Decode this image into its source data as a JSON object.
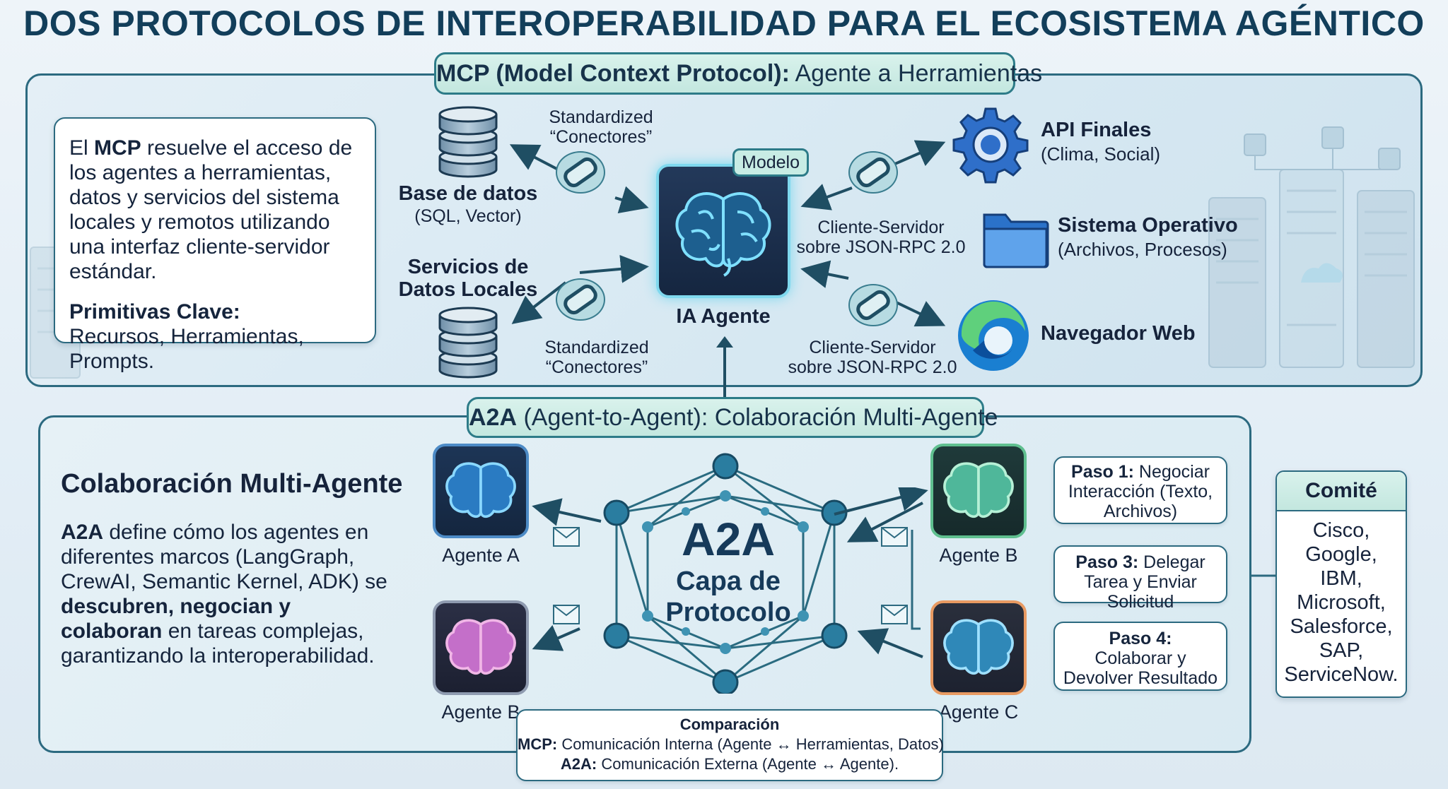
{
  "title": "DOS PROTOCOLOS DE INTEROPERABILIDAD PARA EL ECOSISTEMA AGÉNTICO",
  "mcp": {
    "banner_bold": "MCP (Model Context Protocol):",
    "banner_rest": " Agente a Herramientas",
    "desc_1": "El ",
    "desc_mcp": "MCP",
    "desc_2": " resuelve el acceso de los agentes a herramientas, datos y servicios del sistema locales y remotos utilizando una interfaz cliente-servidor estándar.",
    "primitives_title": "Primitivas Clave:",
    "primitives": "Recursos, Herramientas, Prompts.",
    "db_title": "Base de datos",
    "db_sub": "(SQL, Vector)",
    "local_title_1": "Servicios de",
    "local_title_2": "Datos Locales",
    "conn_top_1": "Standardized",
    "conn_top_2": "“Conectores”",
    "conn_bot_1": "Standardized",
    "conn_bot_2": "“Conectores”",
    "model_tag": "Modelo",
    "agent_label": "IA Agente",
    "cs_top_1": "Cliente-Servidor",
    "cs_top_2": "sobre JSON-RPC 2.0",
    "cs_bot_1": "Cliente-Servidor",
    "cs_bot_2": "sobre JSON-RPC 2.0",
    "api_title": "API Finales",
    "api_sub": "(Clima, Social)",
    "os_title": "Sistema Operativo",
    "os_sub": "(Archivos, Procesos)",
    "web_title": "Navegador Web"
  },
  "a2a": {
    "banner_bold": "A2A",
    "banner_rest": " (Agent-to-Agent): Colaboración Multi-Agente",
    "heading": "Colaboración Multi-Agente",
    "desc_a2a": "A2A",
    "desc_1": " define cómo los agentes en diferentes marcos (LangGraph, CrewAI, Semantic Kernel, ADK) se ",
    "desc_bold": "descubren, negocian y colaboran",
    "desc_2": " en tareas complejas, garantizando la interoperabilidad.",
    "hub_big": "A2A",
    "hub_line1": "Capa de",
    "hub_line2": "Protocolo",
    "agent_a": "Agente A",
    "agent_b_left": "Agente B",
    "agent_b_right": "Agente B",
    "agent_c": "Agente C",
    "step1_bold": "Paso 1:",
    "step1_rest": " Negociar Interacción (Texto, Archivos)",
    "step3_bold": "Paso 3:",
    "step3_rest": " Delegar Tarea y Enviar Solicitud",
    "step4_bold": "Paso 4:",
    "step4_rest": "Colaborar y Devolver Resultado"
  },
  "committee": {
    "title": "Comité",
    "members": "Cisco, Google, IBM, Microsoft, Salesforce, SAP, ServiceNow."
  },
  "comparison": {
    "title": "Comparación",
    "mcp_bold": "MCP:",
    "mcp_text": " Comunicación Interna (Agente ↔ Herramientas, Datos)",
    "a2a_bold": "A2A:",
    "a2a_text": " Comunicación Externa (Agente ↔ Agente)."
  },
  "colors": {
    "teal_border": "#2c6a80",
    "banner_fill": "#c3e7df",
    "title": "#123e5a"
  }
}
